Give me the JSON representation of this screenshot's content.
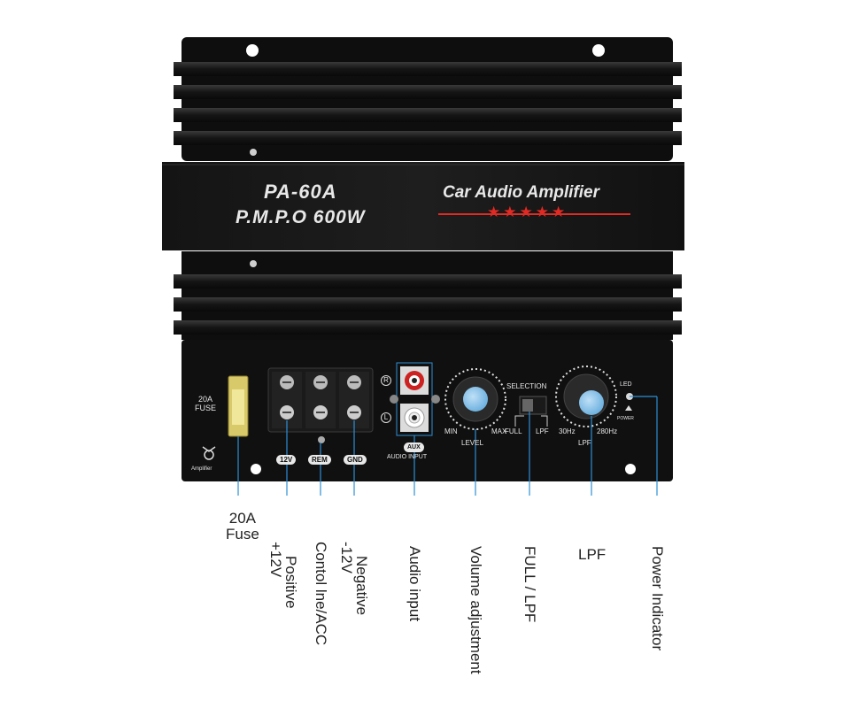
{
  "panel": {
    "model_name": "PA-60A",
    "model_power": "P.M.P.O 600W",
    "brand_text": "Car Audio Amplifier",
    "stars": "★★★★★",
    "fuse_label": "20A\nFUSE",
    "amplifier_logo_text": "Amplifier",
    "terminal_labels": [
      "12V",
      "REM",
      "GND"
    ],
    "channel_r": "R",
    "channel_l": "L",
    "aux_badge": "AUX",
    "audio_input_label": "AUDIO INPUT",
    "level_min": "MIN",
    "level_max": "MAX",
    "level_label": "LEVEL",
    "selection_label": "SELECTION",
    "full_label": "FULL",
    "lpf_switch_label": "LPF",
    "hz_low": "30Hz",
    "hz_high": "280Hz",
    "lpf_knob_label": "LPF",
    "led_label": "LED",
    "power_label": "POWER"
  },
  "callouts": {
    "fuse": "20A\nFuse",
    "positive_line1": "+12V",
    "positive_line2": "Positive",
    "control": "Contol lne/ACC",
    "negative_line1": "-12V",
    "negative_line2": "Negative",
    "audio_input": "Audio input",
    "volume": "Volume adjustment",
    "full_lpf": "FULL / LPF",
    "lpf": "LPF",
    "power_indicator": "Power Indicator"
  },
  "colors": {
    "panel": "#121212",
    "panel_light": "#2a2a2a",
    "leader_line": "#2b8fd6",
    "star_red": "#e02a24",
    "knob_blue": "#8ec6ec"
  }
}
